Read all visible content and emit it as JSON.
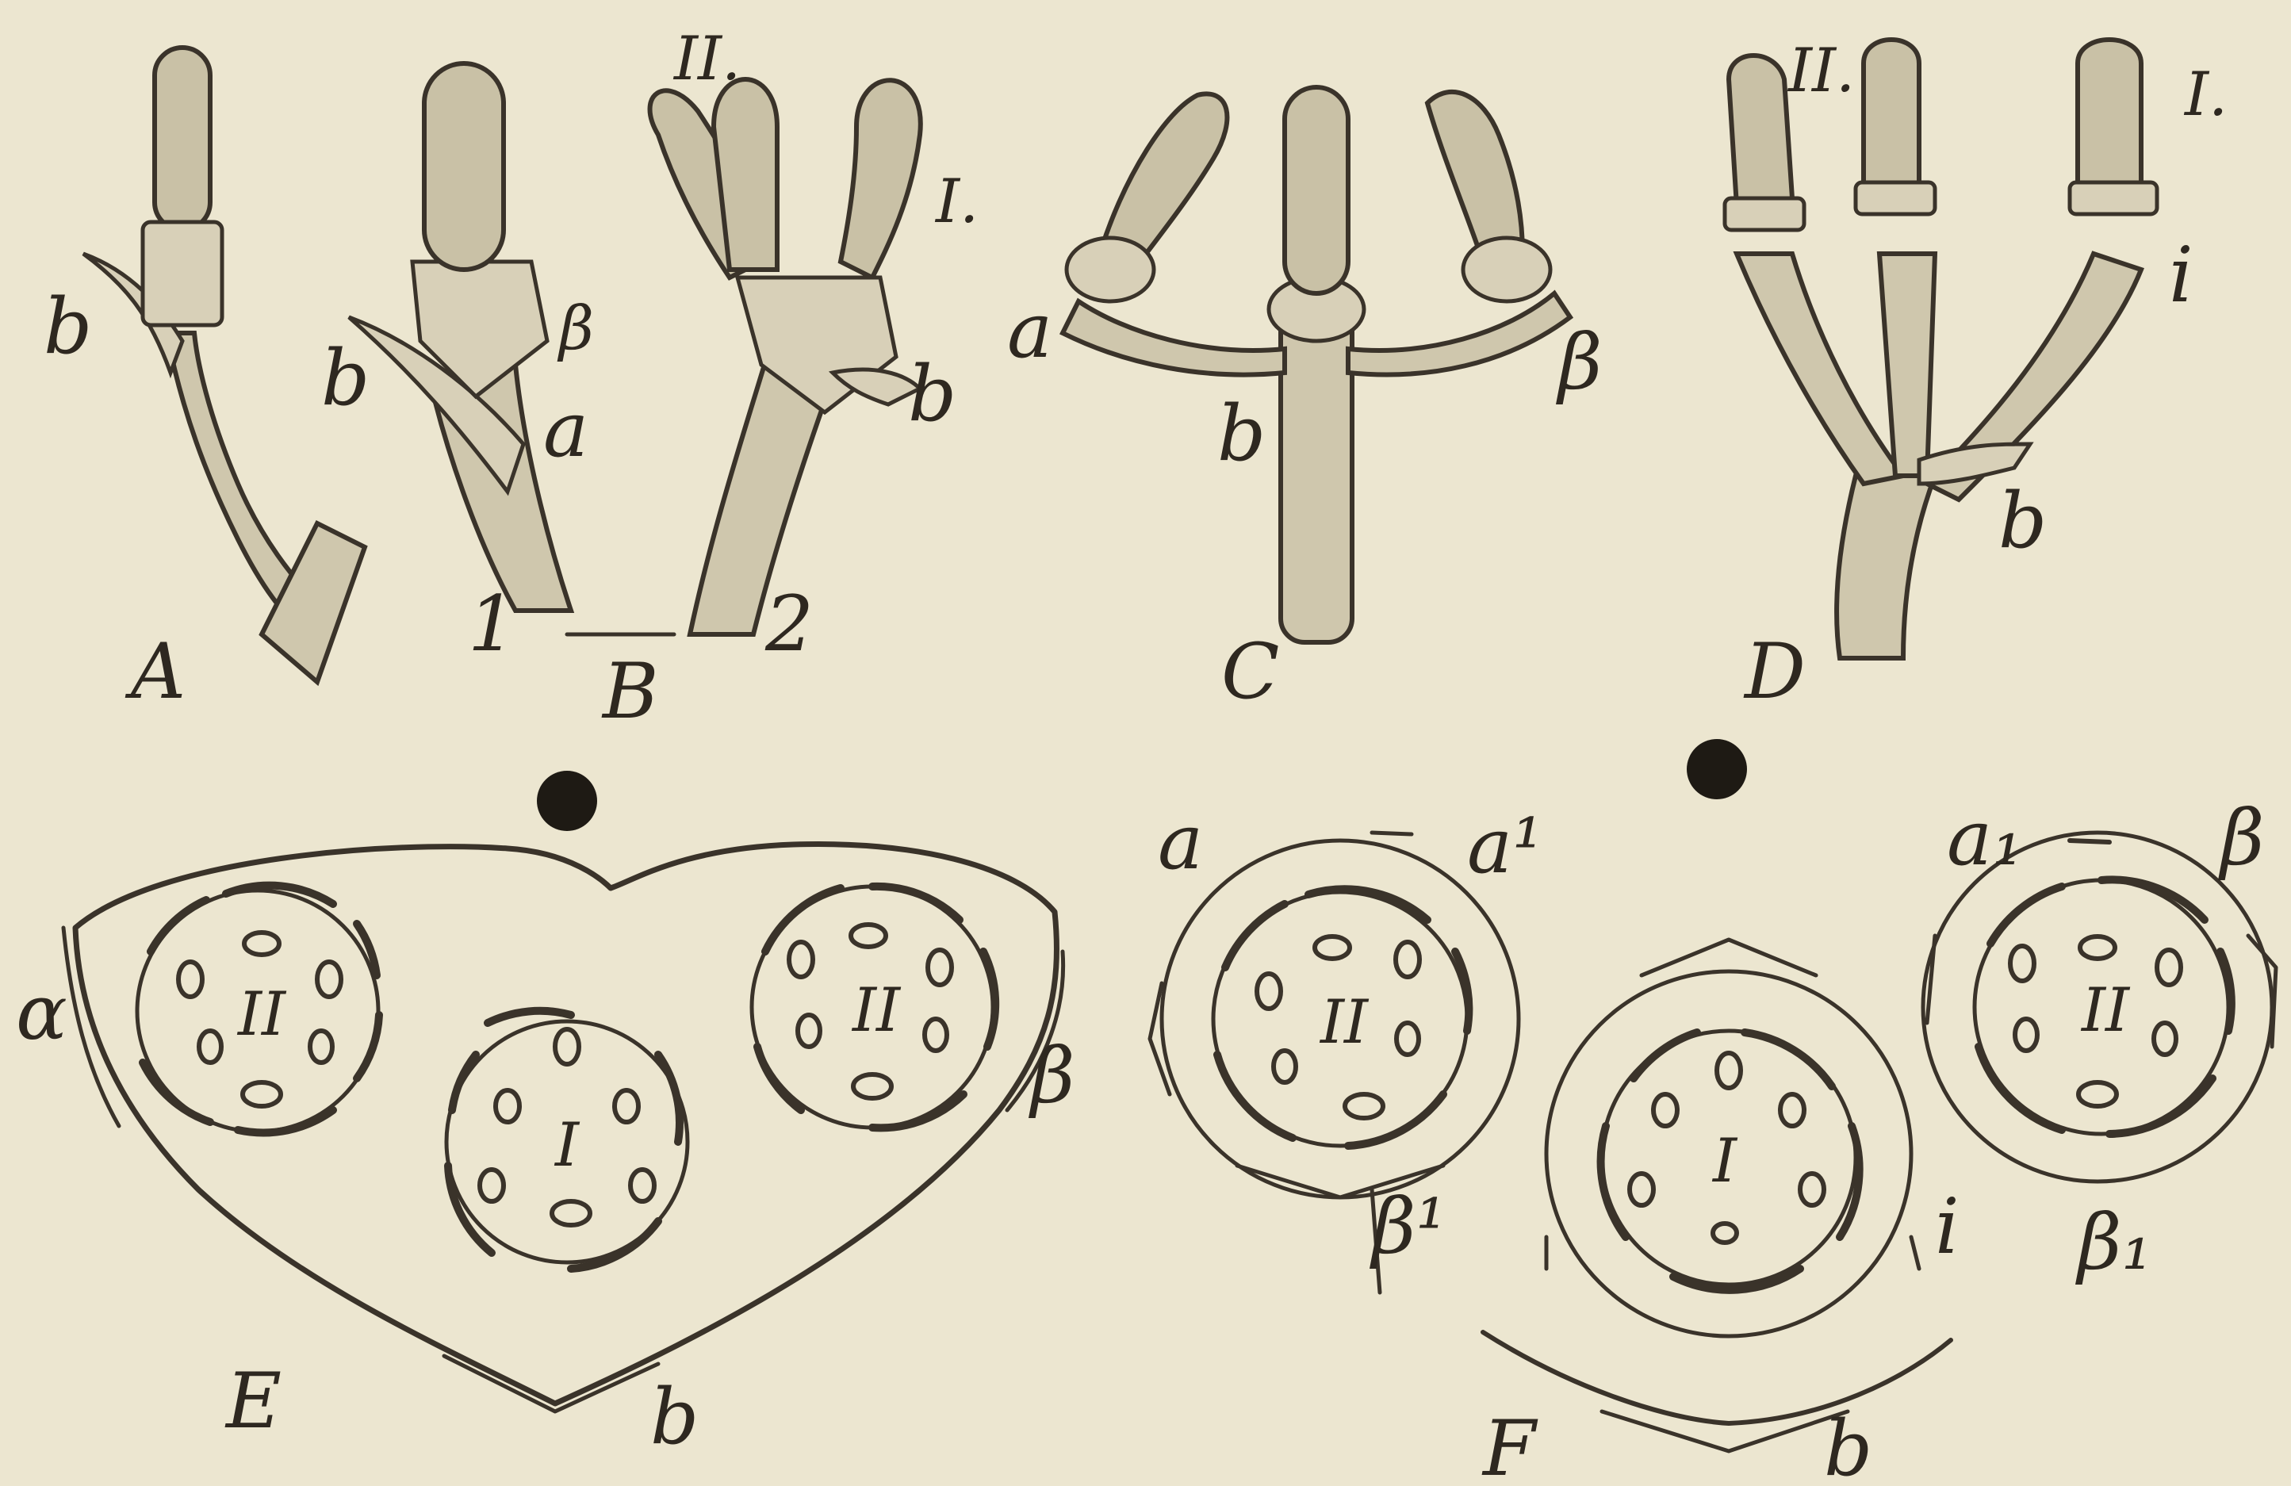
{
  "figures": {
    "A": {
      "label": "A",
      "parts": {
        "b": "b"
      }
    },
    "B": {
      "label": "B",
      "parts": {
        "b": "b",
        "beta": "β",
        "alpha": "a",
        "n1": "1",
        "n2": "2",
        "b2": "b",
        "I": "I.",
        "II": "II."
      }
    },
    "C": {
      "label": "C",
      "parts": {
        "alpha": "a",
        "beta": "β",
        "b": "b"
      }
    },
    "D": {
      "label": "D",
      "parts": {
        "II": "II.",
        "I": "I.",
        "i": "i",
        "b": "b"
      }
    },
    "E": {
      "label": "E",
      "parts": {
        "alpha": "α",
        "beta": "β",
        "b": "b",
        "II_left": "II",
        "II_right": "II",
        "I": "I"
      }
    },
    "F": {
      "label": "F",
      "parts": {
        "alpha": "a",
        "alpha1": "a¹",
        "beta1": "β¹",
        "alpha_sub1": "a₁",
        "beta": "β",
        "beta_sub1": "β₁",
        "i": "i",
        "b": "b",
        "II_left": "II",
        "II_right": "II",
        "I": "I"
      }
    }
  },
  "colors": {
    "paper": "#ece6d0",
    "ink": "#3a332a"
  }
}
